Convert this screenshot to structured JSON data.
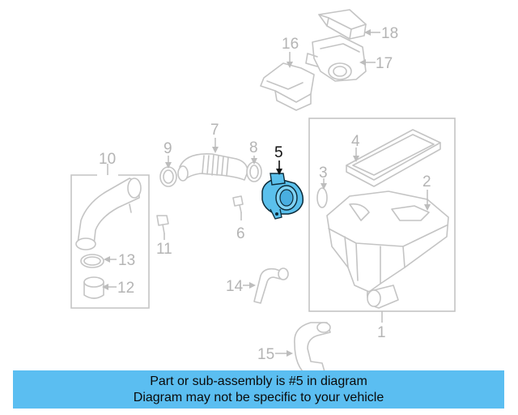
{
  "diagram": {
    "highlight_color": "#5bc0ec",
    "callouts": {
      "c1": "1",
      "c2": "2",
      "c3": "3",
      "c4": "4",
      "c5": "5",
      "c6": "6",
      "c7": "7",
      "c8": "8",
      "c9": "9",
      "c10": "10",
      "c11": "11",
      "c12": "12",
      "c13": "13",
      "c14": "14",
      "c15": "15",
      "c16": "16",
      "c17": "17",
      "c18": "18"
    },
    "highlighted_callout": "5"
  },
  "banner": {
    "background": "#5bbef1",
    "line1": "Part or sub-assembly is #5 in diagram",
    "line2": "Diagram may not be specific to your vehicle"
  }
}
